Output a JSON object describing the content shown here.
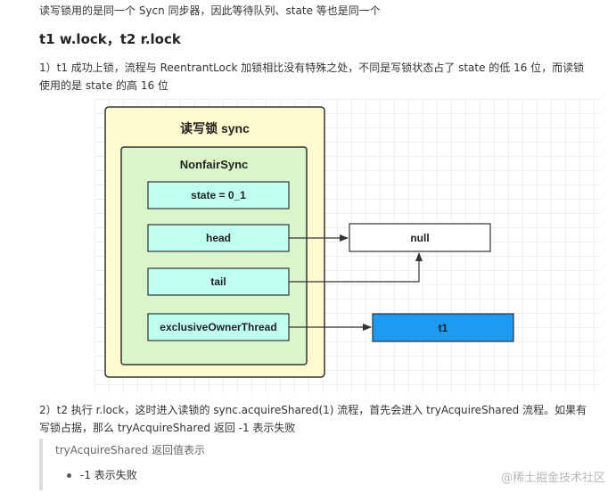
{
  "intro": "读写锁用的是同一个 Sycn 同步器，因此等待队列、state 等也是同一个",
  "heading": "t1 w.lock，t2 r.lock",
  "para1": "1）t1 成功上锁，流程与 ReentrantLock 加锁相比没有特殊之处，不同是写锁状态占了 state 的低 16 位，而读锁使用的是 state 的高 16 位",
  "diagram": {
    "outer_title": "读写锁 sync",
    "inner_title": "NonfairSync",
    "fields": [
      "state = 0_1",
      "head",
      "tail",
      "exclusiveOwnerThread"
    ],
    "null_node": "null",
    "thread_node": "t1",
    "colors": {
      "outer_fill": "#fffbd0",
      "inner_fill": "#d9f5c9",
      "field_fill": "#bffff0",
      "thread_fill": "#1d9bf0",
      "border": "#333333"
    }
  },
  "para2": "2）t2 执行 r.lock，这时进入读锁的 sync.acquireShared(1) 流程，首先会进入 tryAcquireShared 流程。如果有写锁占据，那么 tryAcquireShared 返回 -1 表示失败",
  "quote": {
    "title": "tryAcquireShared 返回值表示",
    "items": [
      "-1 表示失败"
    ]
  },
  "watermark": "@稀土掘金技术社区"
}
